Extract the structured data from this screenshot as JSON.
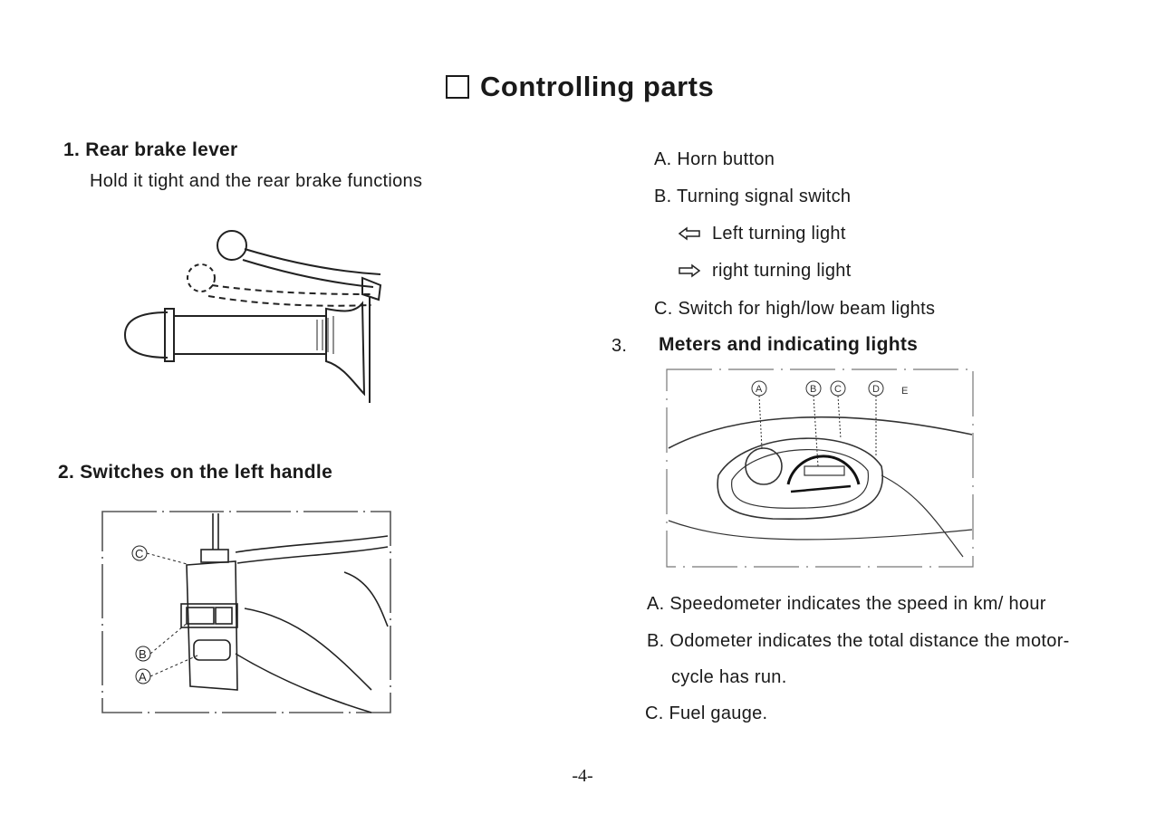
{
  "title": "Controlling parts",
  "section1": {
    "heading": "1. Rear brake lever",
    "description": "Hold it tight and the rear brake functions"
  },
  "section2": {
    "heading": "2. Switches on the left handle",
    "figure_labels": [
      "C",
      "B",
      "A"
    ]
  },
  "switch_items": [
    "A. Horn button",
    "B. Turning signal switch",
    "Left turning light",
    "right turning light",
    "C. Switch for high/low beam lights"
  ],
  "section3": {
    "number": "3.",
    "heading": "Meters and indicating lights",
    "figure_labels": [
      "A",
      "B",
      "C",
      "D",
      "E"
    ]
  },
  "meter_items": [
    "A. Speedometer indicates the speed in km/ hour",
    "B. Odometer indicates the total distance the motor-",
    "cycle has run.",
    "C. Fuel gauge."
  ],
  "page_number": "-4-"
}
